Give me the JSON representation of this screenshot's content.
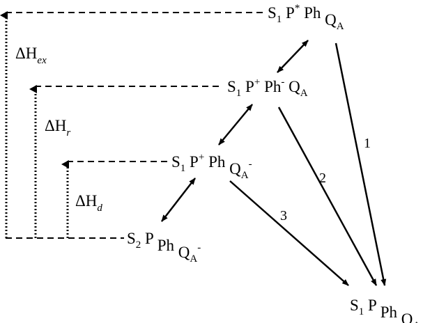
{
  "states": {
    "excited": {
      "s": "S",
      "s_sub": "1",
      "p": "P",
      "p_sup": "*",
      "ph": "Ph",
      "ph_sup": "",
      "q": "Q",
      "q_sub": "A",
      "q_sup": ""
    },
    "pph": {
      "s": "S",
      "s_sub": "1",
      "p": "P",
      "p_sup": "+",
      "ph": "Ph",
      "ph_sup": "-",
      "q": "Q",
      "q_sub": "A",
      "q_sup": ""
    },
    "pq": {
      "s": "S",
      "s_sub": "1",
      "p": "P",
      "p_sup": "+",
      "ph": "Ph",
      "ph_sup": "",
      "q": "Q",
      "q_sub": "A",
      "q_sup": "-"
    },
    "s2": {
      "s": "S",
      "s_sub": "2",
      "p": "P",
      "p_sup": "",
      "ph": "Ph",
      "ph_sup": "",
      "q": "Q",
      "q_sub": "A",
      "q_sup": "-"
    },
    "ground": {
      "s": "S",
      "s_sub": "1",
      "p": "P",
      "p_sup": "",
      "ph": "Ph",
      "ph_sup": "",
      "q": "Q",
      "q_sub": "A",
      "q_sup": ""
    }
  },
  "enthalpies": {
    "ex": {
      "delta": "ΔH",
      "sub": "ex"
    },
    "r": {
      "delta": "ΔH",
      "sub": "r"
    },
    "d": {
      "delta": "ΔH",
      "sub": "d"
    }
  },
  "pathways": [
    "1",
    "2",
    "3"
  ]
}
